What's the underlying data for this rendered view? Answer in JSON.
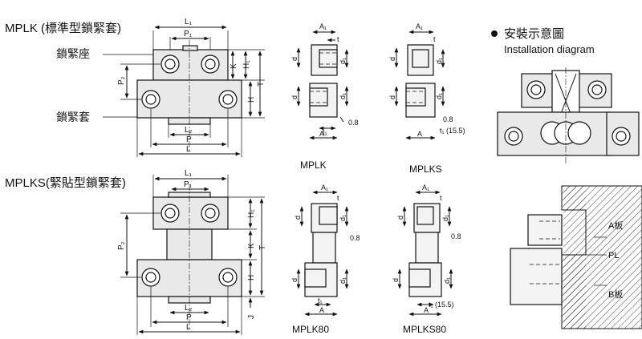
{
  "titles": {
    "mplk": "MPLK  (標準型鎖緊套)",
    "mplks": "MPLKS(緊貼型鎖緊套)",
    "install_cn": "安裝示意圖",
    "install_en": "Installation diagram"
  },
  "callouts": {
    "seat": "鎖緊座",
    "sleeve": "鎖緊套"
  },
  "dims": {
    "L1": "L₁",
    "P1": "P₁",
    "L2": "L₂",
    "P": "P",
    "L": "L",
    "K": "K",
    "H1": "H₁",
    "H": "H",
    "T": "T",
    "P2": "P₂",
    "J": "J",
    "A1": "A₁",
    "t": "t",
    "d": "d",
    "d1": "d₁",
    "t1": "t₁",
    "A": "A",
    "gap": "0.8",
    "t1_val": "t₁ (15.5)"
  },
  "captions": {
    "mplk": "MPLK",
    "mplks": "MPLKS",
    "mplk80": "MPLK80",
    "mplks80": "MPLKS80"
  },
  "install": {
    "plate_a": "A板",
    "pl": "PL",
    "plate_b": "B板"
  }
}
